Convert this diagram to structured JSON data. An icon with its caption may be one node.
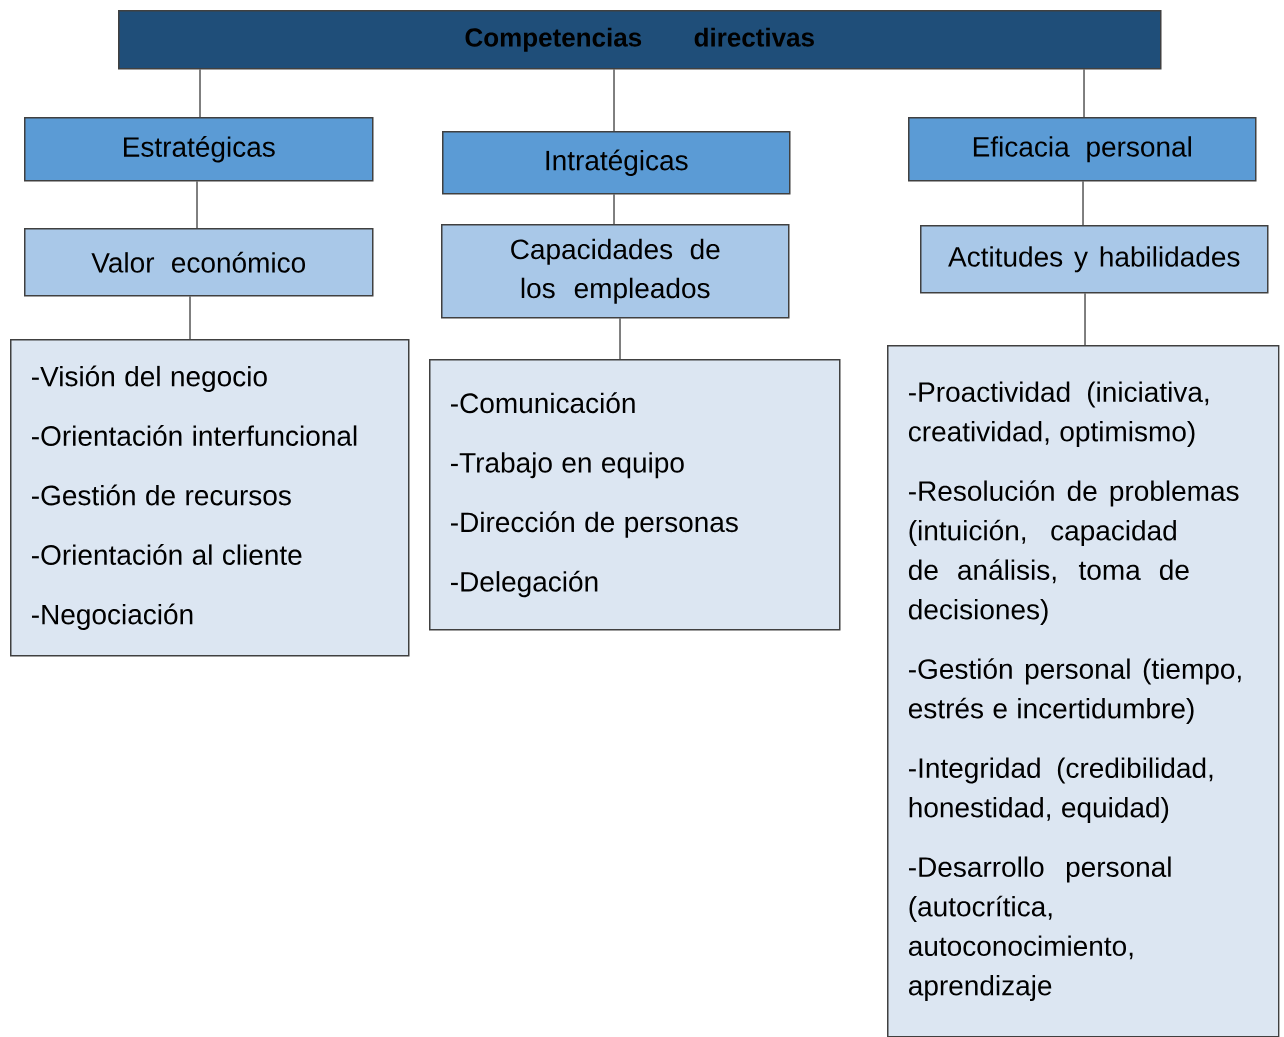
{
  "diagram": {
    "nodes": [
      {
        "text": [
          "Competencias directivas"
        ]
      },
      {
        "text": [
          "Estratégicas"
        ]
      },
      {
        "text": [
          "Intratégicas"
        ]
      },
      {
        "text": [
          "Eficacia personal"
        ]
      },
      {
        "text": [
          "Valor económico"
        ]
      },
      {
        "text": [
          "Capacidades de los empleados"
        ]
      },
      {
        "text": [
          "Actitudes y habilidades"
        ]
      },
      {
        "text": [
          "-Visión del negocio",
          "-Orientación interfuncional",
          "-Gestión de recursos",
          "-Orientación al cliente",
          "-Negociación"
        ]
      },
      {
        "text": [
          "-Comunicación",
          "-Trabajo en equipo",
          "-Dirección de personas",
          "-Delegación"
        ]
      },
      {
        "text": [
          "-Proactividad (iniciativa, creatividad, optimismo)",
          "-Resolución de problemas (intuición, capacidad de análisis, toma de decisiones)",
          "-Gestión personal (tiempo, estrés e incertidumbre)",
          "-Integridad (credibilidad, honestidad, equidad)",
          "-Desarrollo personal (autocrítica, autoconocimiento, aprendizaje"
        ]
      }
    ],
    "edges": [
      {
        "from": 0,
        "to": 1,
        "arrow": "none"
      },
      {
        "from": 0,
        "to": 2,
        "arrow": "none"
      },
      {
        "from": 0,
        "to": 3,
        "arrow": "none"
      },
      {
        "from": 1,
        "to": 4,
        "arrow": "none"
      },
      {
        "from": 2,
        "to": 5,
        "arrow": "none"
      },
      {
        "from": 3,
        "to": 6,
        "arrow": "none"
      },
      {
        "from": 4,
        "to": 7,
        "arrow": "none"
      },
      {
        "from": 5,
        "to": 8,
        "arrow": "none"
      },
      {
        "from": 6,
        "to": 9,
        "arrow": "none"
      }
    ]
  }
}
